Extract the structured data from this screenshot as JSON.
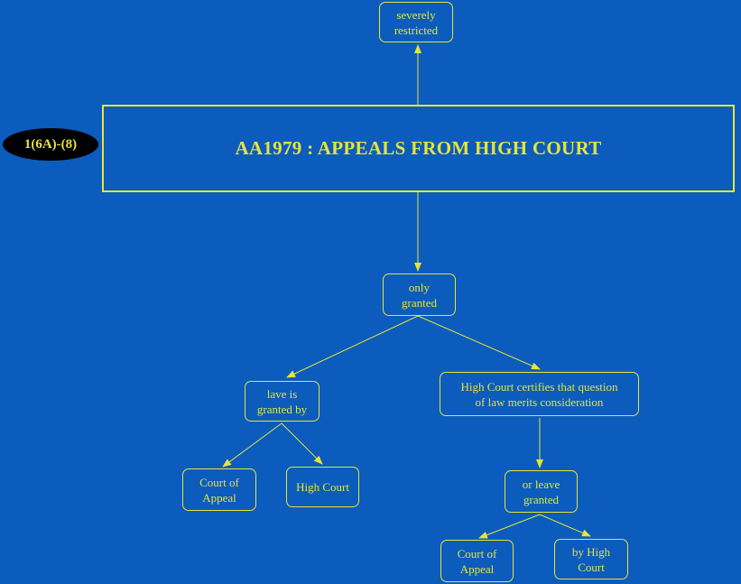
{
  "colors": {
    "background": "#0b5cbd",
    "accent": "#e6e43a",
    "badge_bg": "#000000"
  },
  "badge": {
    "label": "1(6A)-(8)"
  },
  "title": "AA1979 : APPEALS FROM HIGH COURT",
  "nodes": {
    "severely_restricted": "severely\nrestricted",
    "only_granted": "only\ngranted",
    "leave_granted_by": "lave is\ngranted by",
    "court_of_appeal_left": "Court of\nAppeal",
    "high_court": "High Court",
    "certifies": "High Court certifies that question\nof law merits consideration",
    "or_leave_granted": "or leave\ngranted",
    "court_of_appeal_right": "Court of\nAppeal",
    "by_high_court": "by High\nCourt"
  }
}
